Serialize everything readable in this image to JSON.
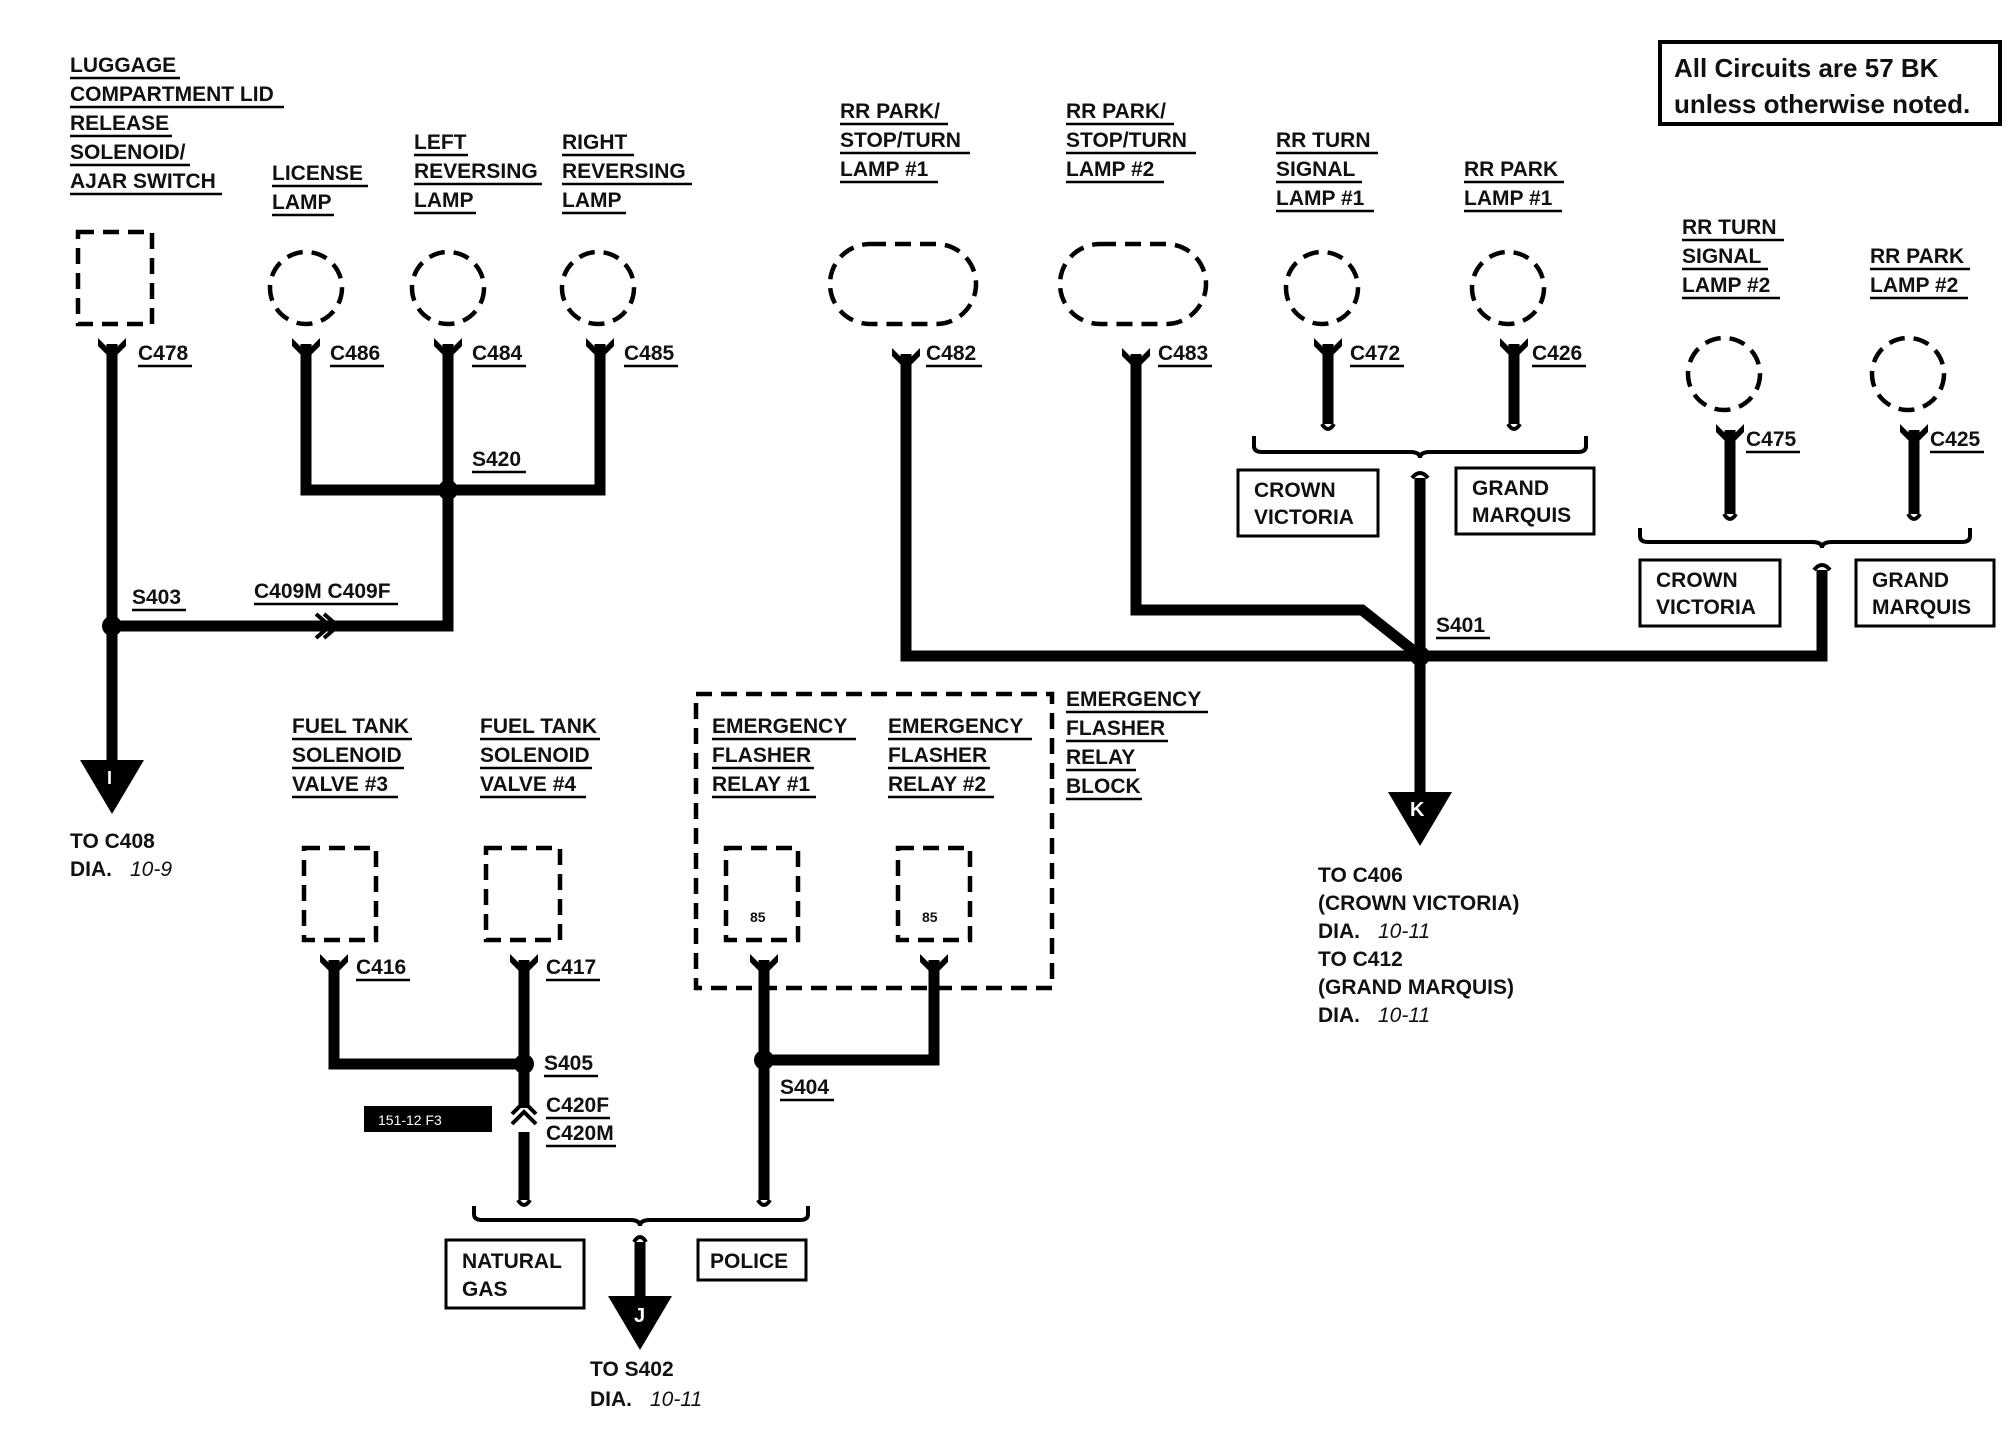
{
  "note": {
    "line1": "All Circuits are 57 BK",
    "line2": "unless otherwise noted."
  },
  "components": {
    "luggage": [
      "LUGGAGE",
      "COMPARTMENT LID",
      "RELEASE",
      "SOLENOID/",
      "AJAR SWITCH"
    ],
    "license": [
      "LICENSE",
      "LAMP"
    ],
    "left_rev": [
      "LEFT",
      "REVERSING",
      "LAMP"
    ],
    "right_rev": [
      "RIGHT",
      "REVERSING",
      "LAMP"
    ],
    "rr_pst1": [
      "RR PARK/",
      "STOP/TURN",
      "LAMP #1"
    ],
    "rr_pst2": [
      "RR PARK/",
      "STOP/TURN",
      "LAMP #2"
    ],
    "rr_turn1": [
      "RR TURN",
      "SIGNAL",
      "LAMP #1"
    ],
    "rr_park1": [
      "RR PARK",
      "LAMP #1"
    ],
    "rr_turn2": [
      "RR TURN",
      "SIGNAL",
      "LAMP #2"
    ],
    "rr_park2": [
      "RR PARK",
      "LAMP #2"
    ],
    "fuel3": [
      "FUEL TANK",
      "SOLENOID",
      "VALVE #3"
    ],
    "fuel4": [
      "FUEL TANK",
      "SOLENOID",
      "VALVE #4"
    ],
    "efr1": [
      "EMERGENCY",
      "FLASHER",
      "RELAY #1"
    ],
    "efr2": [
      "EMERGENCY",
      "FLASHER",
      "RELAY #2"
    ],
    "efrb": [
      "EMERGENCY",
      "FLASHER",
      "RELAY",
      "BLOCK"
    ]
  },
  "connectors": {
    "c478": "C478",
    "c486": "C486",
    "c484": "C484",
    "c485": "C485",
    "c482": "C482",
    "c483": "C483",
    "c472": "C472",
    "c426": "C426",
    "c475": "C475",
    "c425": "C425",
    "c416": "C416",
    "c417": "C417",
    "c409": "C409M C409F",
    "c420f": "C420F",
    "c420m": "C420M"
  },
  "splices": {
    "s403": "S403",
    "s420": "S420",
    "s401": "S401",
    "s405": "S405",
    "s404": "S404"
  },
  "pins": {
    "p1": "85",
    "p2": "85"
  },
  "options": {
    "cv1": [
      "CROWN",
      "VICTORIA"
    ],
    "gm1": [
      "GRAND",
      "MARQUIS"
    ],
    "cv2": [
      "CROWN",
      "VICTORIA"
    ],
    "gm2": [
      "GRAND",
      "MARQUIS"
    ],
    "ng": [
      "NATURAL",
      "GAS"
    ],
    "police": "POLICE"
  },
  "arrows": {
    "i": "I",
    "k": "K",
    "j": "J"
  },
  "refs": {
    "i": {
      "to": "TO C408",
      "dia": "DIA.",
      "page": "10-9"
    },
    "k": {
      "to1": "TO C406",
      "sub1": "(CROWN VICTORIA)",
      "dia1": "DIA.",
      "page1": "10-11",
      "to2": "TO C412",
      "sub2": "(GRAND MARQUIS)",
      "dia2": "DIA.",
      "page2": "10-11"
    },
    "j": {
      "to": "TO S402",
      "dia": "DIA.",
      "page": "10-11"
    }
  },
  "figure_id": "151-12 F3"
}
